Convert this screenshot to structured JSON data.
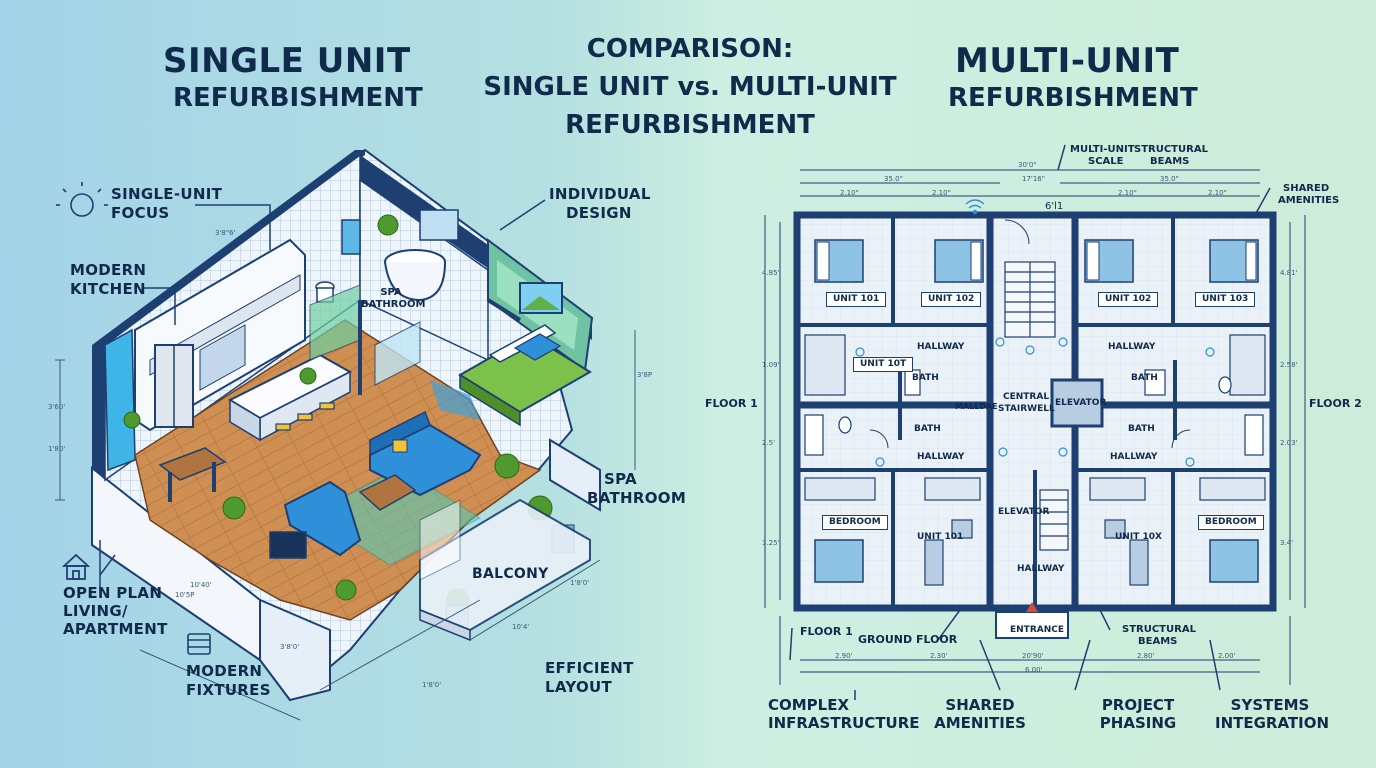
{
  "header": {
    "left_title": "SINGLE UNIT",
    "left_subtitle": "REFURBISHMENT",
    "center_line1": "COMPARISON:",
    "center_line2": "SINGLE UNIT vs. MULTI-UNIT",
    "center_line3": "REFURBISHMENT",
    "right_title": "MULTI-UNIT",
    "right_subtitle": "REFURBISHMENT"
  },
  "left_labels": {
    "single_unit_focus_1": "SINGLE-UNIT",
    "single_unit_focus_2": "FOCUS",
    "modern_kitchen_1": "MODERN",
    "modern_kitchen_2": "KITCHEN",
    "individual_design_1": "INDIVIDUAL",
    "individual_design_2": "DESIGN",
    "spa_bathroom_small_1": "SPA",
    "spa_bathroom_small_2": "BATHROOM",
    "spa_bathroom_1": "SPA",
    "spa_bathroom_2": "BATHROOM",
    "open_plan_1": "OPEN PLAN",
    "open_plan_2": "LIVING/",
    "open_plan_3": "APARTMENT",
    "modern_fixtures_1": "MODERN",
    "modern_fixtures_2": "FIXTURES",
    "balcony": "BALCONY",
    "efficient_layout_1": "EFFICIENT",
    "efficient_layout_2": "LAYOUT",
    "dims": [
      "3'8\"6'",
      "3'60'",
      "1'80'",
      "3'8P",
      "10'40'",
      "10'5P",
      "3'8'0'",
      "1'8'0'",
      "10'4'",
      "1'8'0'"
    ]
  },
  "right_labels": {
    "multi_unit_scale_1": "MULTI-UNIT",
    "multi_unit_scale_2": "SCALE",
    "structural_beams_top_1": "STRUCTURAL",
    "structural_beams_top_2": "BEAMS",
    "shared_amenities_top_1": "SHARED",
    "shared_amenities_top_2": "AMENITIES",
    "floor1_left": "FLOOR 1",
    "floor2_right": "FLOOR 2",
    "floor1_bottom": "FLOOR 1",
    "ground_floor": "GROUND FLOOR",
    "structural_beams_bottom_1": "STRUCTURAL",
    "structural_beams_bottom_2": "BEAMS",
    "units_top": [
      "UNIT 101",
      "UNIT 102",
      "UNIT 102",
      "UNIT 103"
    ],
    "unit_mid": "UNIT 10T",
    "hallway": "HALLWAY",
    "bath": "BATH",
    "mailbox": "MALLDAE",
    "central_stairwell_1": "CENTRAL",
    "central_stairwell_2": "STAIRWELL",
    "elevator": "ELEVATOR",
    "bedroom": "BEDROOM",
    "bedroom_left": "BEDROOM",
    "unit_bottom_left": "UNIT 101",
    "unit_bottom_right": "UNIT 10X",
    "entrance": "ENTRANCE",
    "dims_top": [
      "30'0\"",
      "17'16\"",
      "35.0\"",
      "35.0\"",
      "2.10\"",
      "2.10\"",
      "2.10\"",
      "2.10\"",
      "6'l1"
    ],
    "dims_bottom": [
      "2.90'",
      "2.30'",
      "20'90'",
      "2.80'",
      "2.00'",
      "6.00'"
    ],
    "dims_side": [
      "4.85'",
      "1.09'",
      "2.5'",
      "3.25'",
      "4.81'",
      "2.58'",
      "2.03'",
      "3.4'"
    ]
  },
  "bottom_labels": {
    "complex_1": "COMPLEX",
    "complex_2": "INFRASTRUCTURE",
    "shared_1": "SHARED",
    "shared_2": "AMENITIES",
    "phasing_1": "PROJECT",
    "phasing_2": "PHASING",
    "systems_1": "SYSTEMS",
    "systems_2": "INTEGRATION"
  },
  "icons": [
    "lightbulb-icon",
    "house-icon",
    "fixtures-icon",
    "wifi-icon"
  ],
  "colors": {
    "navy": "#0f2a4a",
    "wall": "#1d3f72",
    "floor": "#c98a4c",
    "accent_green": "#7cc24a",
    "accent_blue": "#2f8fd8"
  }
}
